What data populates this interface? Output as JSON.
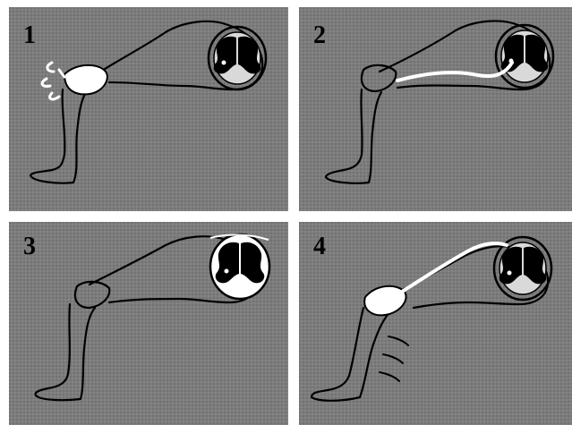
{
  "panels": [
    {
      "number": "1"
    },
    {
      "number": "2"
    },
    {
      "number": "3"
    },
    {
      "number": "4"
    }
  ],
  "colors": {
    "background": "#7f7f7f",
    "line": "#000000",
    "highlight": "#ffffff",
    "cord_gray": "#d9d9d9"
  }
}
